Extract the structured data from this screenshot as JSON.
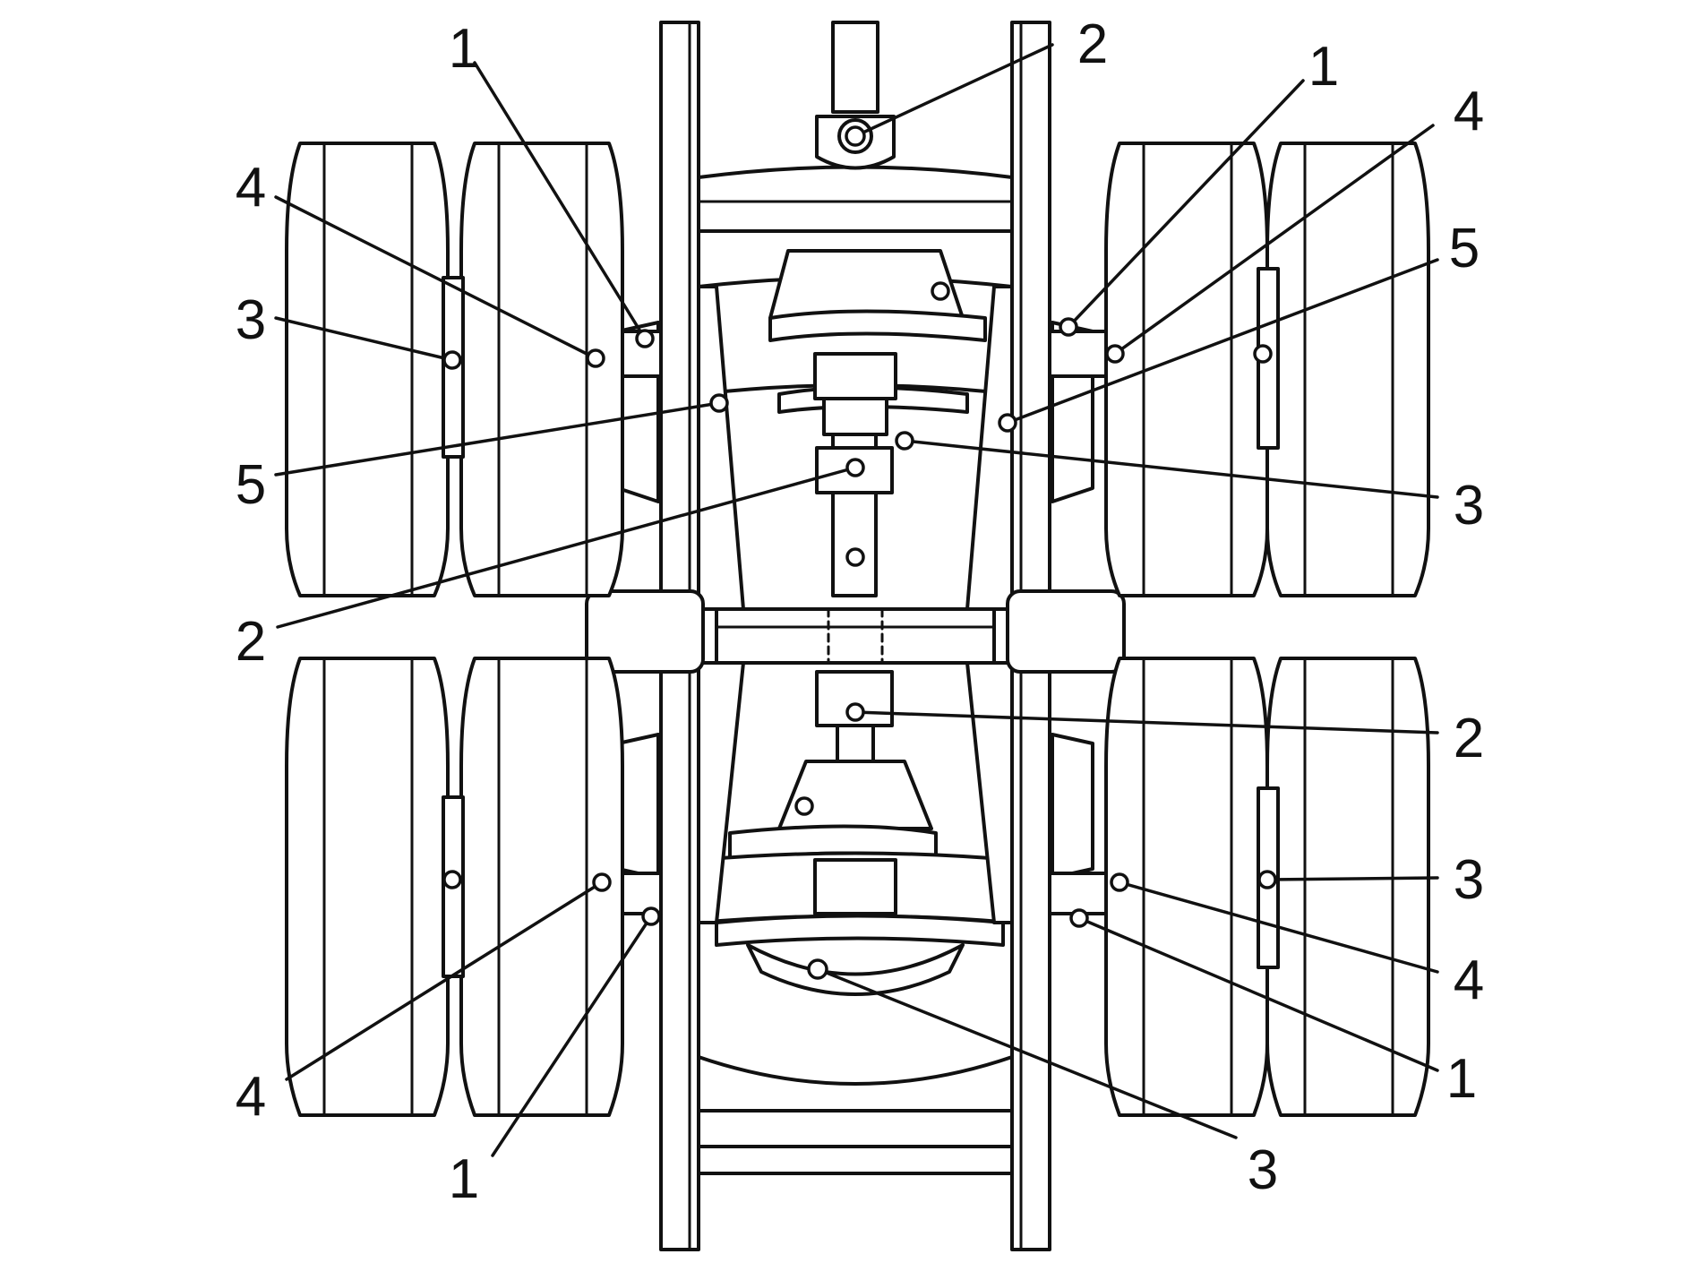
{
  "diagram": {
    "callouts": [
      {
        "id": "c-1-top-left",
        "label": "1"
      },
      {
        "id": "c-2-top",
        "label": "2"
      },
      {
        "id": "c-1-top-right",
        "label": "1"
      },
      {
        "id": "c-4-top-left",
        "label": "4"
      },
      {
        "id": "c-4-top-right",
        "label": "4"
      },
      {
        "id": "c-3-left-upper",
        "label": "3"
      },
      {
        "id": "c-5-right",
        "label": "5"
      },
      {
        "id": "c-5-left",
        "label": "5"
      },
      {
        "id": "c-3-right-upper",
        "label": "3"
      },
      {
        "id": "c-2-left",
        "label": "2"
      },
      {
        "id": "c-2-right",
        "label": "2"
      },
      {
        "id": "c-3-right-lower",
        "label": "3"
      },
      {
        "id": "c-4-right-lower",
        "label": "4"
      },
      {
        "id": "c-1-right-lower",
        "label": "1"
      },
      {
        "id": "c-4-left-lower",
        "label": "4"
      },
      {
        "id": "c-1-left-lower",
        "label": "1"
      },
      {
        "id": "c-3-bottom",
        "label": "3"
      }
    ]
  }
}
